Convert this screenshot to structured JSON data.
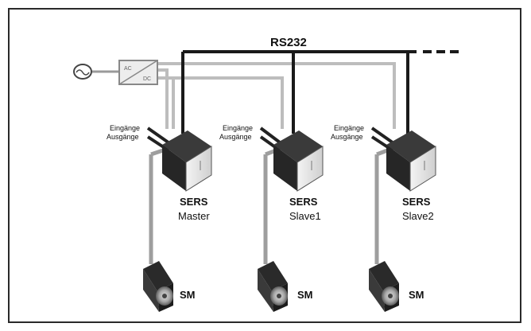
{
  "bus": {
    "label": "RS232"
  },
  "power": {
    "source_label": "",
    "converter_label": ""
  },
  "units": [
    {
      "name": "SERS",
      "role": "Master",
      "inputs_label": "Eingänge",
      "outputs_label": "Ausgänge",
      "motor_label": "SM"
    },
    {
      "name": "SERS",
      "role": "Slave1",
      "inputs_label": "Eingänge",
      "outputs_label": "Ausgänge",
      "motor_label": "SM"
    },
    {
      "name": "SERS",
      "role": "Slave2",
      "inputs_label": "Eingänge",
      "outputs_label": "Ausgänge",
      "motor_label": "SM"
    }
  ],
  "colors": {
    "bus_line": "#1a1a1a",
    "power_line": "#bdbdbd",
    "device": "#2b2b2b",
    "device_panel": "#e6e6e6"
  }
}
